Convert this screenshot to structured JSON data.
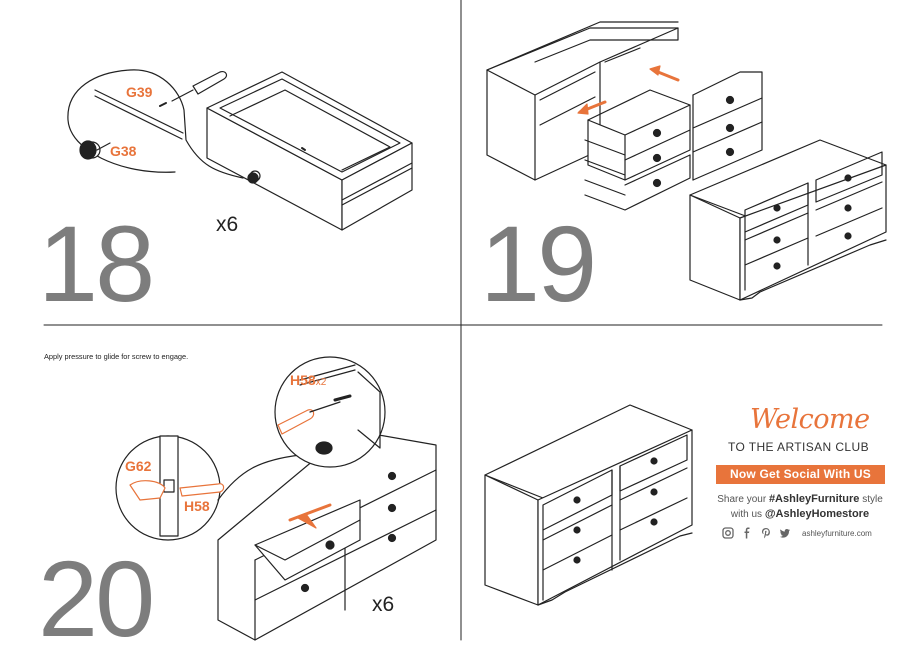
{
  "steps": [
    {
      "number": "18",
      "multiplier": "x6",
      "parts": [
        "G39",
        "G38"
      ]
    },
    {
      "number": "19"
    },
    {
      "number": "20",
      "multiplier": "x6",
      "instruction": "Apply pressure to glide for screw to engage.",
      "parts": [
        "H58",
        "G62",
        "H58"
      ],
      "part_count": "x2"
    }
  ],
  "promo": {
    "welcome": "Welcome",
    "club": "TO THE ARTISAN CLUB",
    "banner": "Now Get Social With US",
    "share_prefix": "Share your",
    "hashtag": "#AshleyFurniture",
    "share_suffix": "style",
    "with_us": "with us",
    "handle": "@AshleyHomestore",
    "site": "ashleyfurniture.com",
    "icons": [
      "instagram-icon",
      "facebook-icon",
      "pinterest-icon",
      "twitter-icon"
    ]
  },
  "colors": {
    "accent": "#e8743b",
    "number_gray": "#7d7d7d",
    "line": "#222222"
  }
}
